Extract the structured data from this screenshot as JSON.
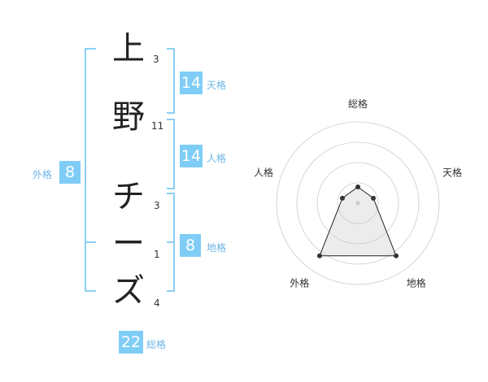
{
  "name_chars": [
    {
      "char": "上",
      "strokes": "3"
    },
    {
      "char": "野",
      "strokes": "11"
    },
    {
      "char": "チ",
      "strokes": "3"
    },
    {
      "char": "ー",
      "strokes": "1"
    },
    {
      "char": "ズ",
      "strokes": "4"
    }
  ],
  "kakusu": {
    "tenkaku": {
      "value": "14",
      "label": "天格"
    },
    "jinkaku": {
      "value": "14",
      "label": "人格"
    },
    "chikaku": {
      "value": "8",
      "label": "地格"
    },
    "gaikaku": {
      "value": "8",
      "label": "外格"
    },
    "soukaku": {
      "value": "22",
      "label": "総格"
    }
  },
  "colors": {
    "accent": "#7fcdf7",
    "bracket": "#8ccff3",
    "text": "#222222",
    "grid": "#cccccc",
    "fill": "#e8e8e8"
  },
  "radar": {
    "axes": [
      "総格",
      "天格",
      "地格",
      "外格",
      "人格"
    ],
    "values": [
      0.2,
      0.2,
      0.8,
      0.8,
      0.2
    ]
  }
}
